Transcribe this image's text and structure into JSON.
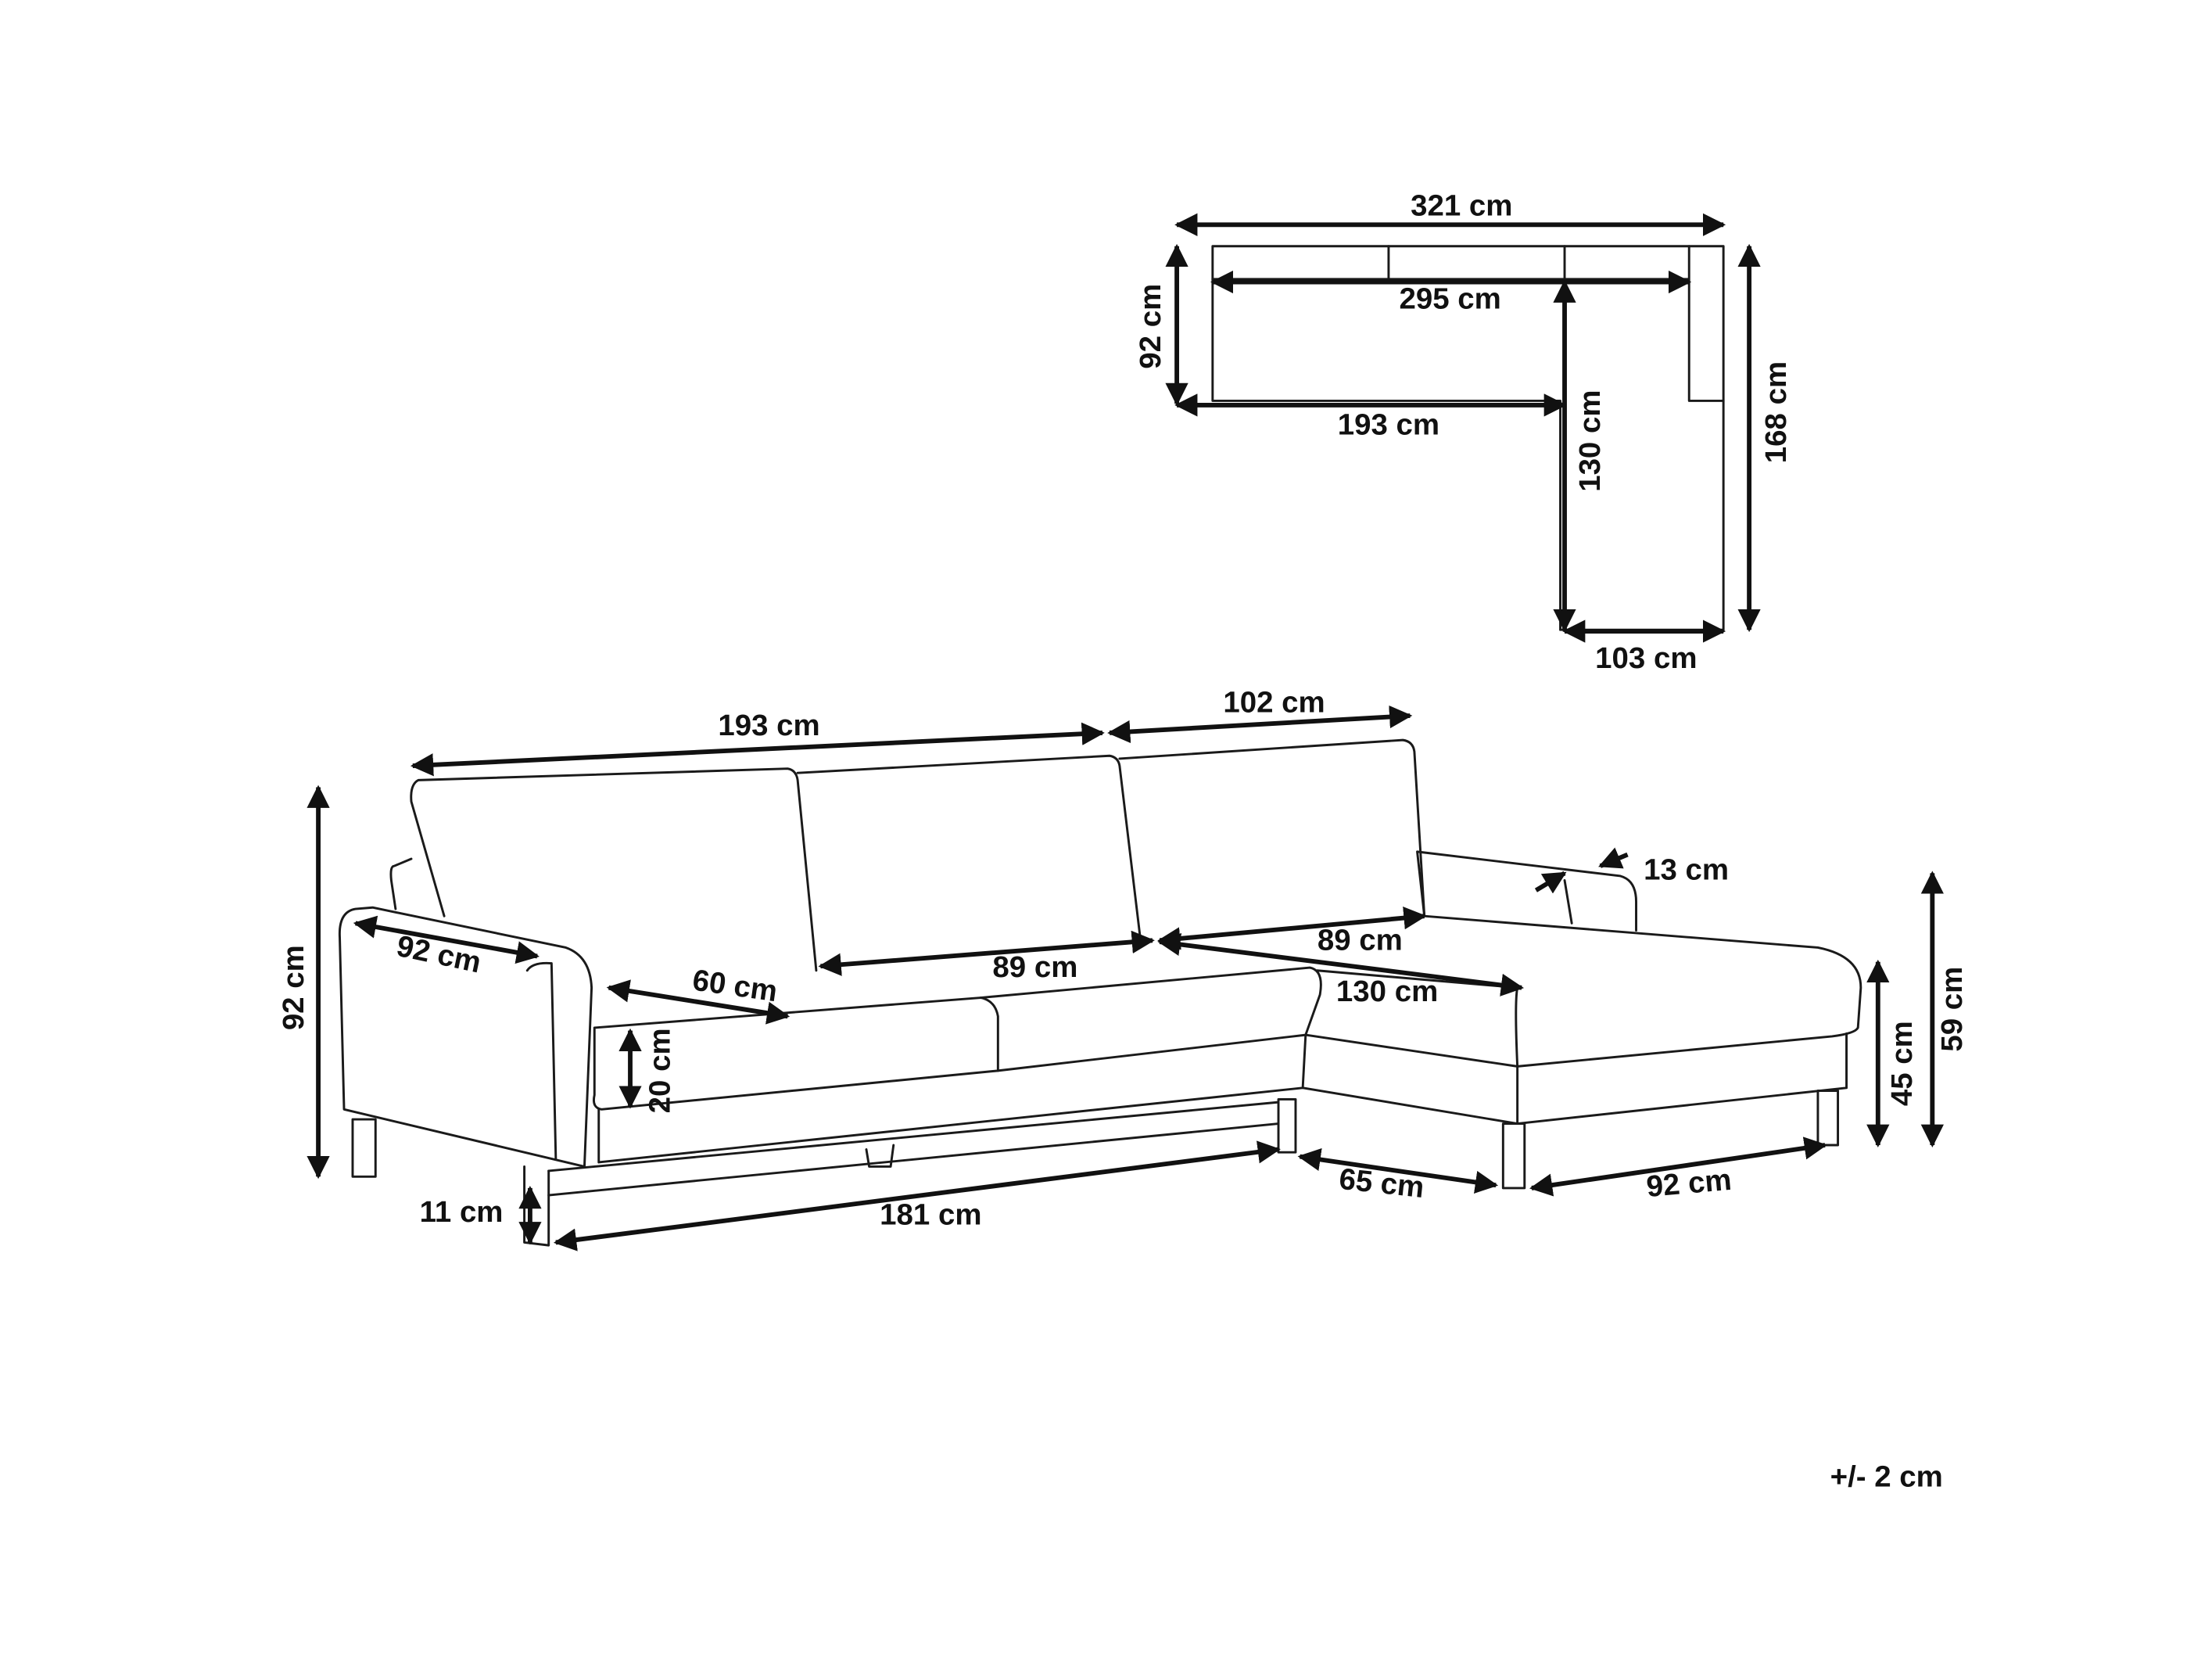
{
  "plan_view": {
    "overall_width": "321 cm",
    "inner_width": "295 cm",
    "depth_main": "92 cm",
    "main_section_length": "193 cm",
    "chaise_inner_length": "130 cm",
    "overall_depth": "168 cm",
    "chaise_width": "103 cm"
  },
  "sofa_view": {
    "main_length": "193 cm",
    "chaise_back_length": "102 cm",
    "total_height": "92 cm",
    "armrest_depth": "92 cm",
    "seat_depth": "60 cm",
    "seat_cushion_width_1": "89 cm",
    "seat_cushion_width_2": "89 cm",
    "chaise_length": "130 cm",
    "cushion_height": "20 cm",
    "leg_height": "11 cm",
    "base_length": "181 cm",
    "chaise_base_side": "65 cm",
    "chaise_base_front": "92 cm",
    "seat_height": "45 cm",
    "armrest_height": "59 cm",
    "armrest_width": "13 cm"
  },
  "tolerance": "+/- 2 cm"
}
